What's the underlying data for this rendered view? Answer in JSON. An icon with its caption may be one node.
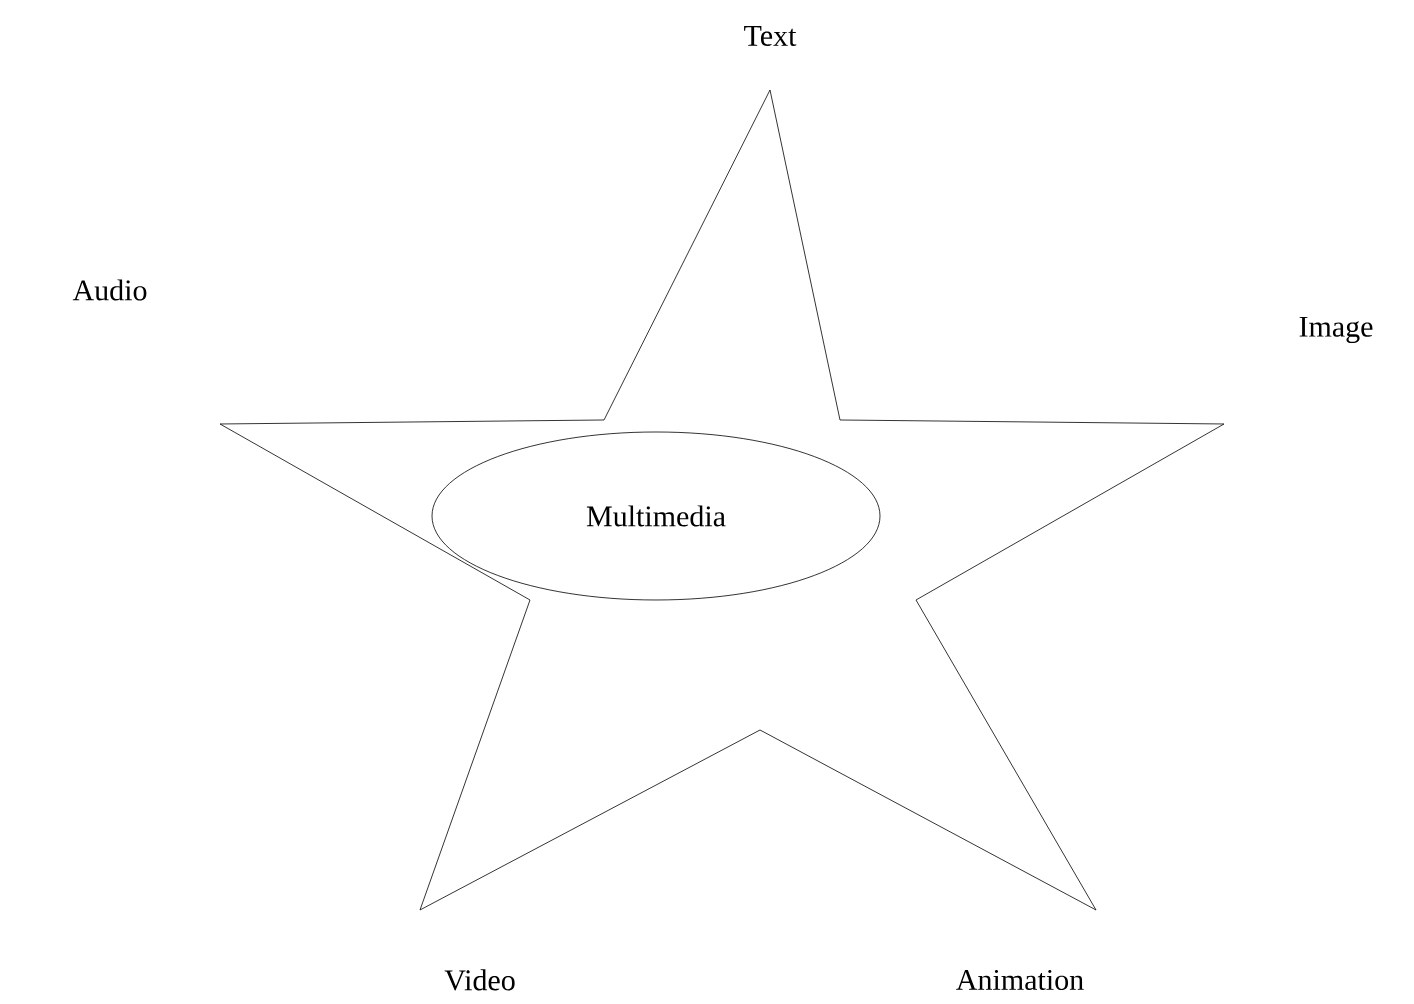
{
  "diagram": {
    "nodes": [
      {
        "text": [],
        "shape": "star"
      },
      {
        "text": [
          "Multimedia"
        ],
        "in": 0
      }
    ],
    "labels": [
      "Text",
      "Audio",
      "Image",
      "Video",
      "Animation"
    ]
  }
}
